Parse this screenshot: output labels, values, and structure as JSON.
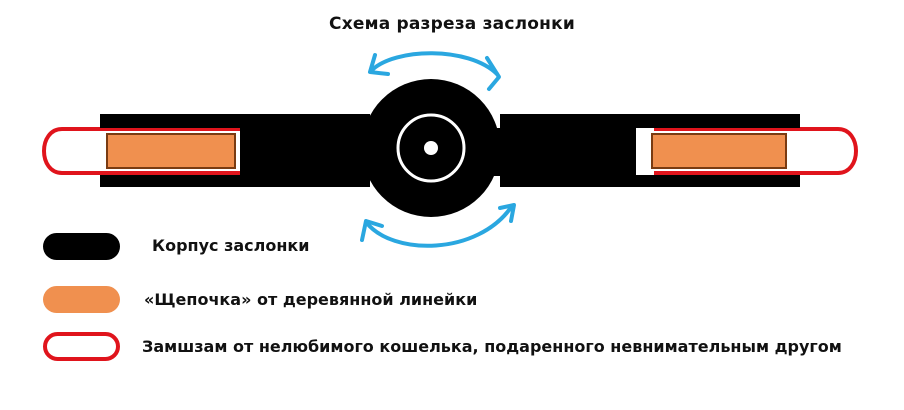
{
  "title": "Схема разреза заслонки",
  "legend": [
    {
      "label": "Корпус заслонки",
      "color": "#000000"
    },
    {
      "label": "«Щепочка» от деревянной линейки",
      "color": "#f0904f"
    },
    {
      "label": "Замшзам от нелюбимого кошелька, подаренного невнимательным другом",
      "color": "#e0141c"
    }
  ],
  "colors": {
    "body": "#000000",
    "wood": "#f0904f",
    "wood_outline": "#7a3b12",
    "suede": "#e0141c",
    "arrow": "#2aa7e0",
    "background": "#ffffff"
  },
  "icons": [
    "rotation-arrow-top",
    "rotation-arrow-bottom"
  ]
}
